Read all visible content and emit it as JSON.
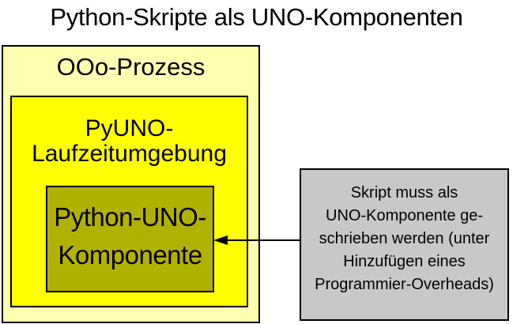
{
  "title": "Python-Skripte als UNO-Komponenten",
  "diagram": {
    "outer_box": {
      "label": "OOo-Prozess",
      "fill": "#FFFFB0"
    },
    "runtime_box": {
      "label_line1": "PyUNO-",
      "label_line2": "Laufzeitumgebung",
      "fill": "#FFFF00"
    },
    "component_box": {
      "label_line1": "Python-UNO-",
      "label_line2": "Komponente",
      "fill": "#B1B100"
    },
    "note_box": {
      "lines": [
        "Skript muss als",
        "UNO-Komponente ge-",
        "schrieben werden (unter",
        "Hinzufügen eines",
        "Programmier-Overheads)"
      ],
      "fill": "#C8C8C8"
    },
    "arrow": {
      "direction": "left",
      "from": "note_box",
      "to": "component_box",
      "color": "#000000"
    },
    "border_color": "#000000",
    "text_color": "#000000",
    "background_color": "#FFFFFF"
  }
}
